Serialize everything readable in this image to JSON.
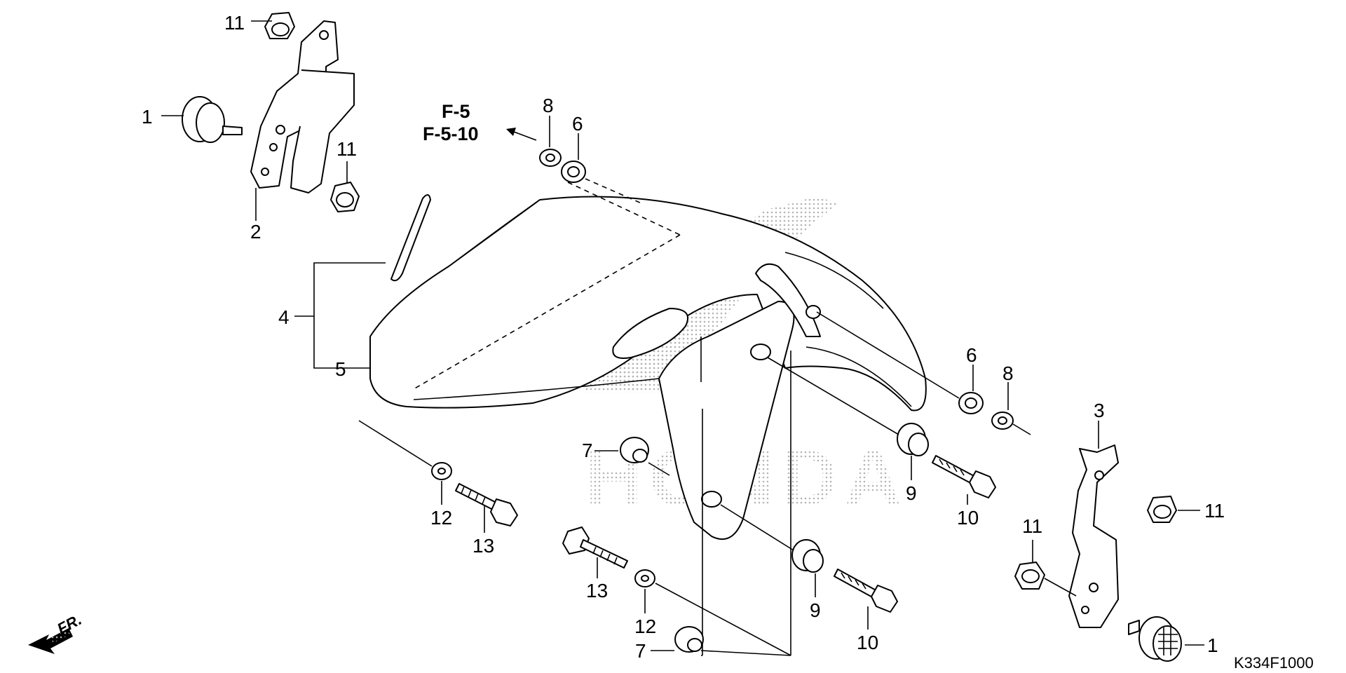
{
  "diagram": {
    "code": "K334F1000",
    "direction_label": "FR.",
    "references": [
      "F-5",
      "F-5-10"
    ],
    "watermark": "HONDA",
    "labels": {
      "p1_top": "1",
      "p1_bottom": "1",
      "p2": "2",
      "p3": "3",
      "p4": "4",
      "p5": "5",
      "p6_top": "6",
      "p6_right": "6",
      "p7_left": "7",
      "p7_bottom": "7",
      "p8_top": "8",
      "p8_right": "8",
      "p9_upper": "9",
      "p9_lower": "9",
      "p10_upper": "10",
      "p10_lower": "10",
      "p11_topleft": "11",
      "p11_bracket": "11",
      "p11_right": "11",
      "p11_lower": "11",
      "p12_left": "12",
      "p12_lower": "12",
      "p13_left": "13",
      "p13_lower": "13"
    }
  }
}
